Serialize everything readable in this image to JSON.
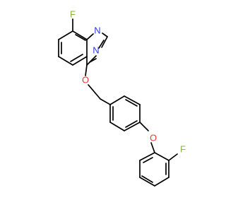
{
  "molecule": {
    "atoms": {
      "F_top": "F",
      "N_1": "N",
      "N_3": "N",
      "O_ether": "O",
      "O_diaryl": "O",
      "F_bottom": "F"
    },
    "colors": {
      "fluorine": "#87b43f",
      "nitrogen": "#2f3bd8",
      "oxygen": "#e53b2f",
      "bond": "#000000"
    }
  }
}
